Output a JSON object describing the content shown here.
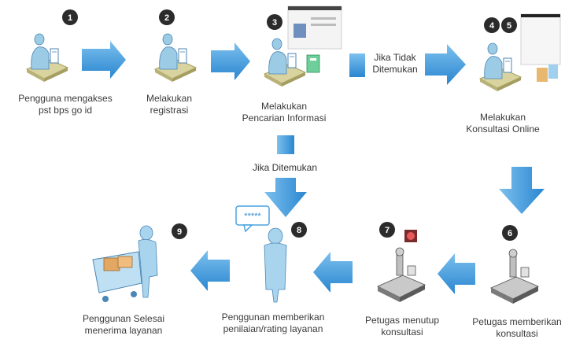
{
  "colors": {
    "arrow": "#2e8fd8",
    "arrow_light": "#6cb6ea",
    "badge": "#2b2b2b",
    "figure": "#9ccbe6",
    "figure_dark": "#3f7fb0",
    "desk": "#c8c27a"
  },
  "steps": [
    {
      "num": "1",
      "label_lines": [
        "Pengguna mengakses",
        "pst bps go id"
      ]
    },
    {
      "num": "2",
      "label_lines": [
        "Melakukan",
        "registrasi"
      ]
    },
    {
      "num": "3",
      "label_lines": [
        "Melakukan",
        "Pencarian Informasi"
      ]
    },
    {
      "num": "4",
      "label_lines": [
        "Melakukan",
        "Konsultasi Online"
      ]
    },
    {
      "num": "5",
      "label_lines": []
    },
    {
      "num": "6",
      "label_lines": [
        "Petugas memberikan",
        "konsultasi"
      ]
    },
    {
      "num": "7",
      "label_lines": [
        "Petugas menutup",
        "konsultasi"
      ]
    },
    {
      "num": "8",
      "label_lines": [
        "Penggunan memberikan",
        "penilaian/rating layanan"
      ]
    },
    {
      "num": "9",
      "label_lines": [
        "Penggunan Selesai",
        "menerima layanan"
      ]
    }
  ],
  "arrow_labels": {
    "not_found": [
      "Jika Tidak",
      "Ditemukan"
    ],
    "found": [
      "Jika Ditemukan"
    ]
  },
  "rating_bubble": "*****",
  "icons": [
    "user-at-desk-icon",
    "arrow-right-icon",
    "arrow-down-icon",
    "arrow-left-icon",
    "speech-bubble-icon",
    "shopping-cart-icon",
    "officer-icon",
    "screenshot-thumbnail-icon"
  ]
}
